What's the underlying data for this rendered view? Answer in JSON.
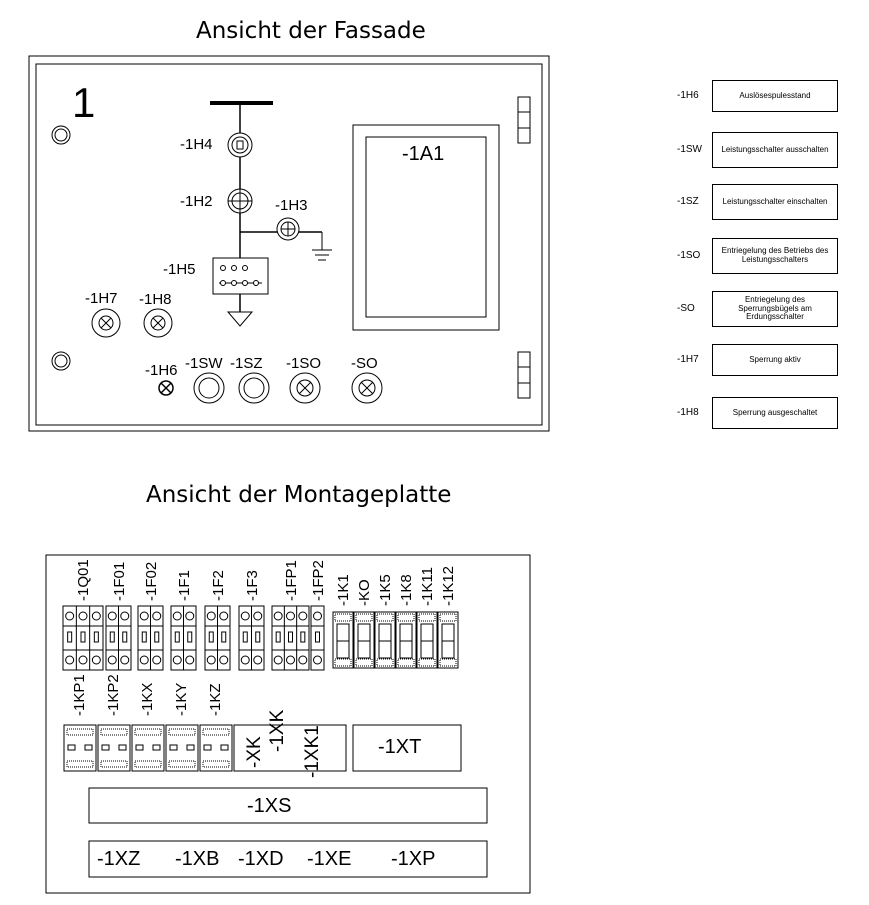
{
  "facade": {
    "title": "Ansicht der Fassade",
    "panel_number": "1",
    "display_label": "-1A1",
    "labels": {
      "h4": "-1H4",
      "h2": "-1H2",
      "h3": "-1H3",
      "h5": "-1H5",
      "h7": "-1H7",
      "h8": "-1H8",
      "h6": "-1H6",
      "sw": "-1SW",
      "sz": "-1SZ",
      "so1": "-1SO",
      "so": "-SO"
    }
  },
  "legend": [
    {
      "code": "-1H6",
      "text": "Auslösespulesstand"
    },
    {
      "code": "-1SW",
      "text": "Leistungsschalter ausschalten"
    },
    {
      "code": "-1SZ",
      "text": "Leistungsschalter einschalten"
    },
    {
      "code": "-1SO",
      "text": "Entriegelung des Betriebs des Leistungsschalters"
    },
    {
      "code": "-SO",
      "text": "Entriegelung des Sperrungsbügels am Erdungsschalter"
    },
    {
      "code": "-1H7",
      "text": "Sperrung aktiv"
    },
    {
      "code": "-1H8",
      "text": "Sperrung ausgeschaltet"
    }
  ],
  "plate": {
    "title": "Ansicht der Montageplatte",
    "top_row": [
      "-1Q01",
      "-1F01",
      "-1F02",
      "-1F1",
      "-1F2",
      "-1F3",
      "-1FP1",
      "-1FP2"
    ],
    "relays": [
      "-1K1",
      "-KO",
      "-1K5",
      "-1K8",
      "-1K11",
      "-1K12"
    ],
    "mid_row": [
      "-1KP1",
      "-1KP2",
      "-1KX",
      "-1KY",
      "-1KZ"
    ],
    "xk_labels": [
      "-XK",
      "-1XK",
      "-1XK1"
    ],
    "xt": "-1XT",
    "xs": "-1XS",
    "bottom_terminals": [
      "-1XZ",
      "-1XB",
      "-1XD",
      "-1XE",
      "-1XP"
    ]
  }
}
